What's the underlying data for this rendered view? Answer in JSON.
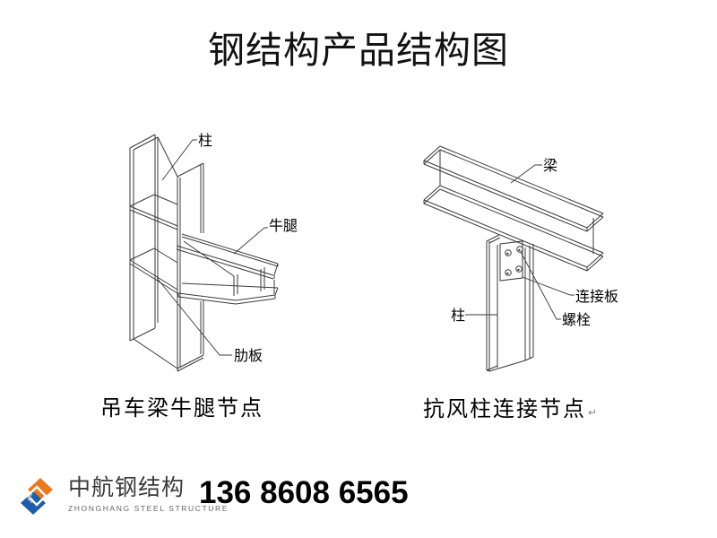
{
  "title": "钢结构产品结构图",
  "figures": {
    "left": {
      "caption": "吊车梁牛腿节点",
      "labels": {
        "column": "柱",
        "corbel": "牛腿",
        "rib": "肋板"
      }
    },
    "right": {
      "caption": "抗风柱连接节点",
      "caption_mark": "↵",
      "labels": {
        "beam": "梁",
        "plate": "连接板",
        "bolt": "螺栓",
        "column": "柱"
      }
    }
  },
  "footer": {
    "brand_cn": "中航钢结构",
    "brand_en": "ZHONGHANG STEEL STRUCTURE",
    "phone": "136 8608 6565",
    "logo_colors": {
      "orange": "#E8791F",
      "blue": "#1E5DA8"
    }
  },
  "colors": {
    "background": "#FFFFFF",
    "line": "#3A3A3A"
  }
}
